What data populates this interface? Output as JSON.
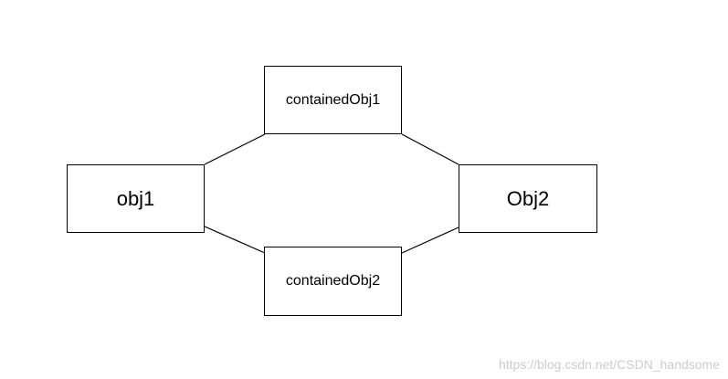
{
  "nodes": {
    "obj1": "obj1",
    "obj2": "Obj2",
    "contained1": "containedObj1",
    "contained2": "containedObj2"
  },
  "watermark": "https://blog.csdn.net/CSDN_handsome",
  "colors": {
    "stroke": "#000000",
    "background": "#ffffff",
    "watermark": "#cccccc"
  }
}
